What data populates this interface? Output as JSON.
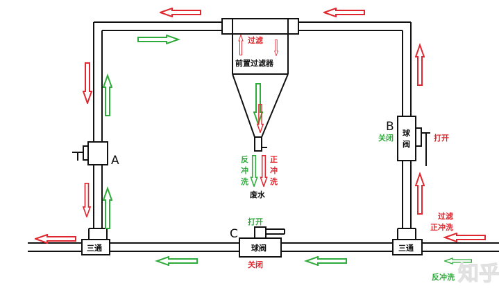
{
  "labels": {
    "A": "A",
    "B": "B",
    "C": "C",
    "prefilter": "前置过滤器",
    "filter_top": "过滤",
    "tee_left": "三通",
    "tee_right": "三通",
    "valve_c": "球阀",
    "valve_b": "球阀",
    "open_c": "打开",
    "close_c": "关闭",
    "close_b": "关闭",
    "open_b": "打开",
    "backwash": "反冲洗",
    "forward_wash": "正冲洗",
    "wastewater": "废水",
    "filter_forward": "过滤\n正冲洗",
    "backwash_br": "反冲洗",
    "watermark": "知乎"
  },
  "colors": {
    "red": "#e0262e",
    "green": "#2eab3a",
    "pipe": "#111111"
  }
}
